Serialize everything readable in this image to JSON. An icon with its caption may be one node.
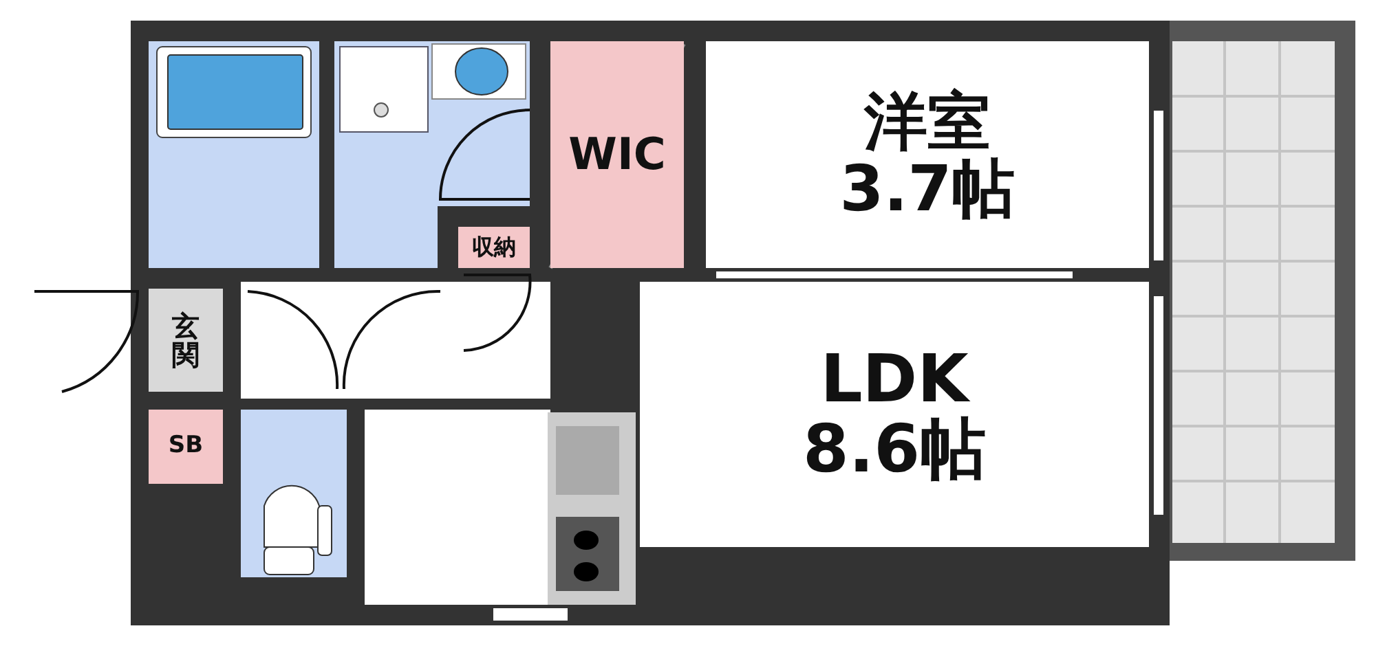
{
  "diagram": {
    "nodes": [
      {
        "text": [
          "WIC"
        ]
      },
      {
        "text": [
          "洋室",
          "3.7帖"
        ]
      },
      {
        "text": [
          "収納"
        ]
      },
      {
        "text": [
          "玄関"
        ]
      },
      {
        "text": [
          "SB"
        ]
      },
      {
        "text": [
          "LDK",
          "8.6帖"
        ]
      }
    ]
  }
}
